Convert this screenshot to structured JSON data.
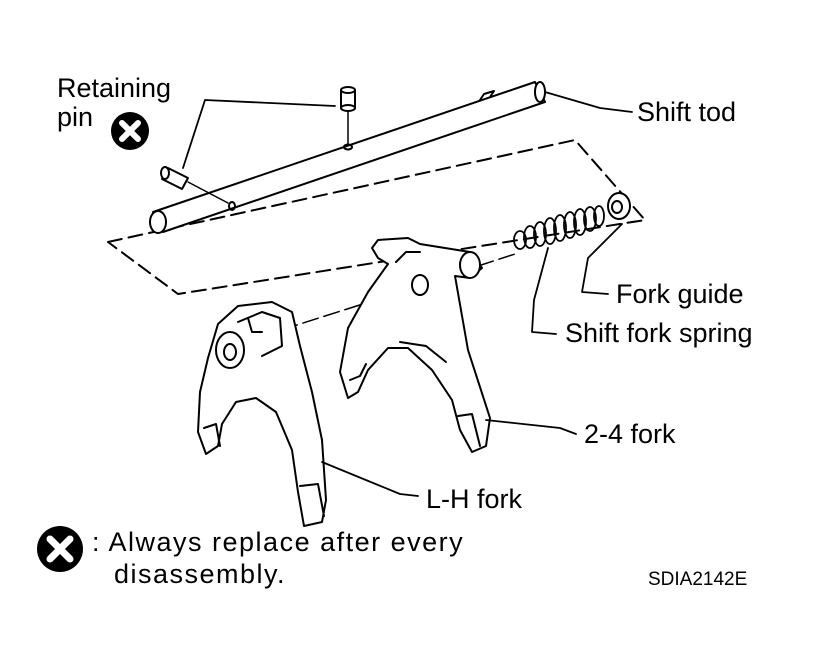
{
  "labels": {
    "retaining_pin_line1": "Retaining",
    "retaining_pin_line2": "pin",
    "shift_rod": "Shift tod",
    "fork_guide": "Fork guide",
    "shift_fork_spring": "Shift fork spring",
    "fork_2_4": "2-4 fork",
    "fork_lh": "L-H fork"
  },
  "legend": {
    "line1": ": Always replace after every",
    "line2": "disassembly."
  },
  "figure_code": "SDIA2142E",
  "icons": {
    "replace_symbol": "x-circle-icon"
  },
  "colors": {
    "ink": "#000000",
    "paper": "#ffffff"
  }
}
